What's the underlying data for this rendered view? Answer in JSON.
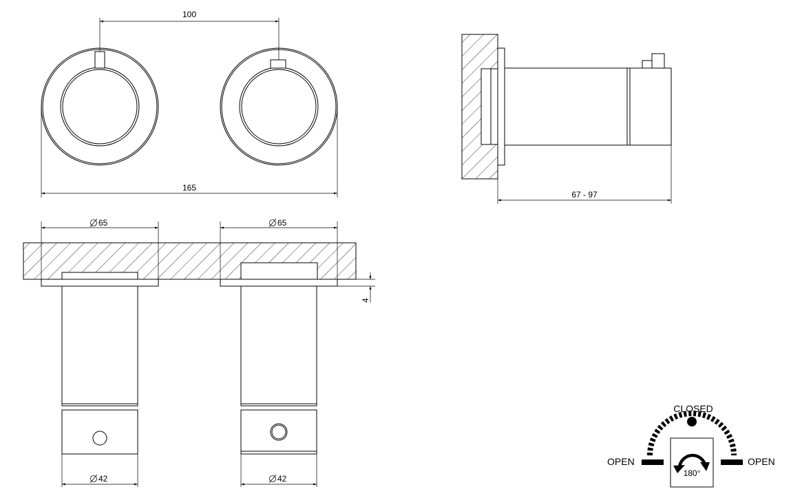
{
  "dimensions": {
    "spacing": "100",
    "overall_width": "165",
    "depth_range": "67 - 97",
    "rosette_diameter_left": "65",
    "rosette_diameter_right": "65",
    "offset": "4",
    "body_diameter_left": "42",
    "body_diameter_right": "42"
  },
  "rotation_diagram": {
    "closed_label": "CLOSED",
    "open_left_label": "OPEN",
    "open_right_label": "OPEN",
    "angle_label": "180°"
  }
}
